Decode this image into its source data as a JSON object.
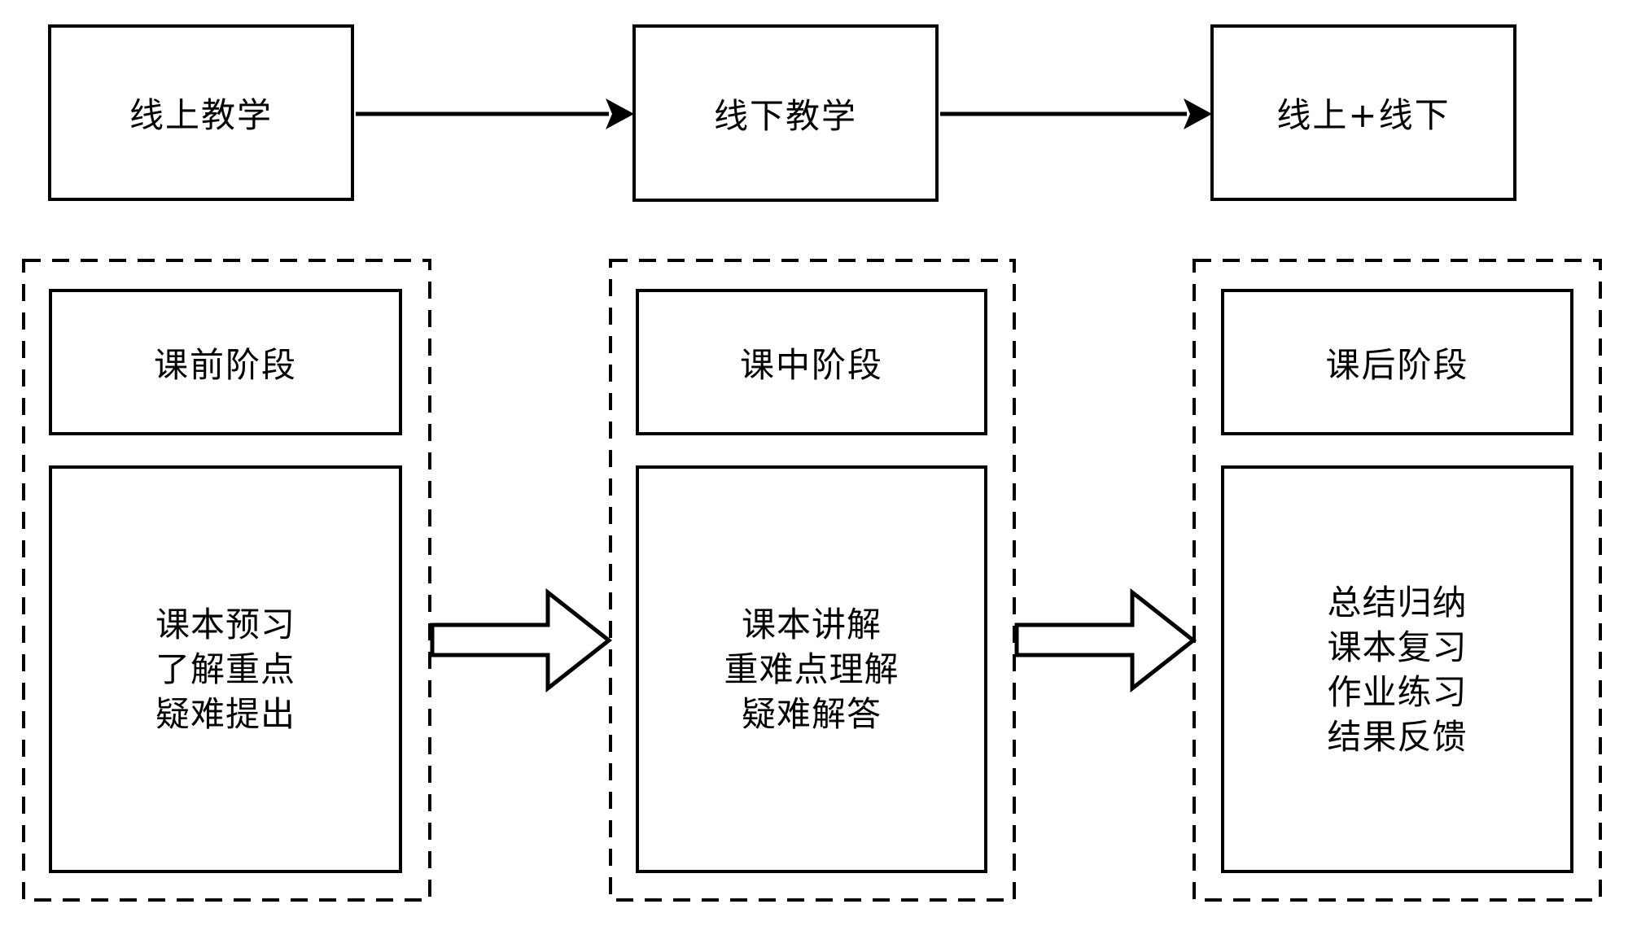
{
  "style": {
    "stroke_color": "#000000",
    "background_color": "#ffffff"
  },
  "top_flow": {
    "nodes": [
      {
        "id": "online",
        "label": "线上教学"
      },
      {
        "id": "offline",
        "label": "线下教学"
      },
      {
        "id": "blended",
        "label": "线上+线下"
      }
    ],
    "connectors": [
      {
        "from": "online",
        "to": "offline"
      },
      {
        "from": "offline",
        "to": "blended"
      }
    ]
  },
  "stages": [
    {
      "id": "pre-class",
      "title": "课前阶段",
      "lines": [
        "课本预习",
        "了解重点",
        "疑难提出"
      ]
    },
    {
      "id": "in-class",
      "title": "课中阶段",
      "lines": [
        "课本讲解",
        "重难点理解",
        "疑难解答"
      ]
    },
    {
      "id": "post-class",
      "title": "课后阶段",
      "lines": [
        "总结归纳",
        "课本复习",
        "作业练习",
        "结果反馈"
      ]
    }
  ],
  "stage_flow": [
    {
      "from": "pre-class",
      "to": "in-class"
    },
    {
      "from": "in-class",
      "to": "post-class"
    }
  ]
}
